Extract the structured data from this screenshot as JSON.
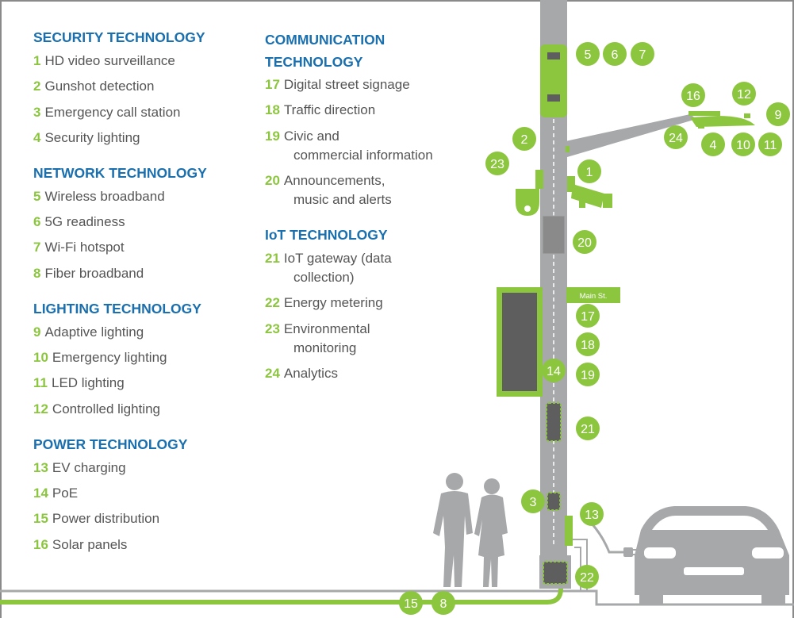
{
  "categories": {
    "security": {
      "title": "SECURITY TECHNOLOGY",
      "items": [
        {
          "num": "1",
          "label": "HD video surveillance"
        },
        {
          "num": "2",
          "label": "Gunshot detection"
        },
        {
          "num": "3",
          "label": "Emergency call station"
        },
        {
          "num": "4",
          "label": "Security lighting"
        }
      ]
    },
    "network": {
      "title": "NETWORK TECHNOLOGY",
      "items": [
        {
          "num": "5",
          "label": "Wireless broadband"
        },
        {
          "num": "6",
          "label": "5G readiness"
        },
        {
          "num": "7",
          "label": "Wi-Fi hotspot"
        },
        {
          "num": "8",
          "label": "Fiber broadband"
        }
      ]
    },
    "lighting": {
      "title": "LIGHTING TECHNOLOGY",
      "items": [
        {
          "num": "9",
          "label": "Adaptive lighting"
        },
        {
          "num": "10",
          "label": "Emergency lighting"
        },
        {
          "num": "11",
          "label": "LED lighting"
        },
        {
          "num": "12",
          "label": "Controlled lighting"
        }
      ]
    },
    "power": {
      "title": "POWER TECHNOLOGY",
      "items": [
        {
          "num": "13",
          "label": "EV charging"
        },
        {
          "num": "14",
          "label": "PoE"
        },
        {
          "num": "15",
          "label": "Power distribution"
        },
        {
          "num": "16",
          "label": "Solar panels"
        }
      ]
    },
    "communication": {
      "title_line1": "COMMUNICATION",
      "title_line2": "TECHNOLOGY",
      "items": [
        {
          "num": "17",
          "label": "Digital street signage"
        },
        {
          "num": "18",
          "label": "Traffic direction"
        },
        {
          "num": "19",
          "label": "Civic and",
          "label_cont": "commercial information"
        },
        {
          "num": "20",
          "label": "Announcements,",
          "label_cont": "music and alerts"
        }
      ]
    },
    "iot": {
      "title": "IoT TECHNOLOGY",
      "items": [
        {
          "num": "21",
          "label": "IoT gateway (data",
          "label_cont": "collection)"
        },
        {
          "num": "22",
          "label": "Energy metering"
        },
        {
          "num": "23",
          "label": "Environmental",
          "label_cont": "monitoring"
        },
        {
          "num": "24",
          "label": "Analytics"
        }
      ]
    }
  },
  "street_sign": "Main St.",
  "callouts": [
    "1",
    "2",
    "3",
    "4",
    "5",
    "6",
    "7",
    "8",
    "9",
    "10",
    "11",
    "12",
    "13",
    "14",
    "15",
    "16",
    "17",
    "18",
    "19",
    "20",
    "21",
    "22",
    "23",
    "24"
  ],
  "colors": {
    "accent_green": "#8cc63f",
    "heading_blue": "#1a6fae",
    "pole_gray": "#a7a8aa",
    "text_gray": "#555555"
  }
}
